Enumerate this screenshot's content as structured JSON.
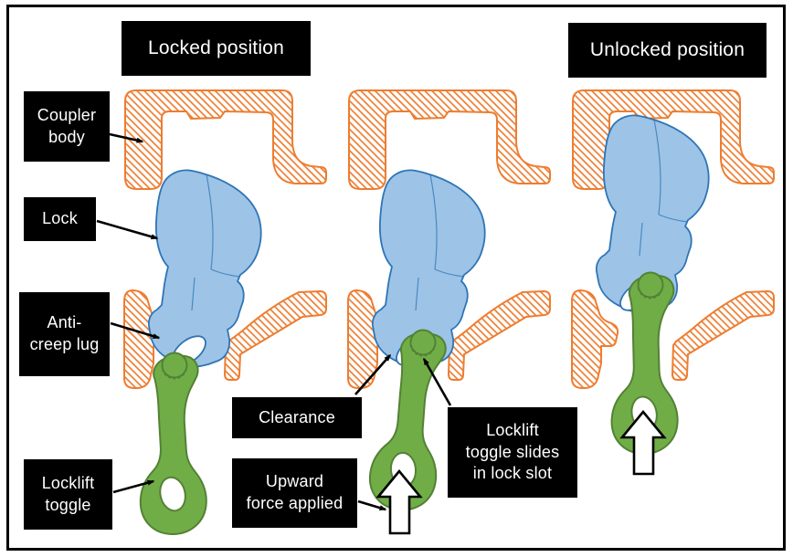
{
  "titles": {
    "locked": "Locked position",
    "unlocked": "Unlocked position"
  },
  "labels": {
    "coupler_body": {
      "lines": [
        "Coupler",
        "body"
      ]
    },
    "lock": {
      "lines": [
        "Lock"
      ]
    },
    "anti_creep_lug": {
      "lines": [
        "Anti-",
        "creep lug"
      ]
    },
    "locklift_toggle": {
      "lines": [
        "Locklift",
        "toggle"
      ]
    },
    "clearance": {
      "lines": [
        "Clearance"
      ]
    },
    "upward_force": {
      "lines": [
        "Upward",
        "force applied"
      ]
    },
    "toggle_slides": {
      "lines": [
        "Locklift",
        "toggle slides",
        "in lock slot"
      ]
    }
  },
  "colors": {
    "background": "#FFFFFF",
    "orange": "#ED7D31",
    "blue_fill": "#9DC3E6",
    "blue_stroke": "#2E75B6",
    "green_fill": "#70AD47",
    "green_stroke": "#538135",
    "label_bg": "#000000",
    "label_text": "#FFFFFF",
    "arrow": "#000000"
  }
}
